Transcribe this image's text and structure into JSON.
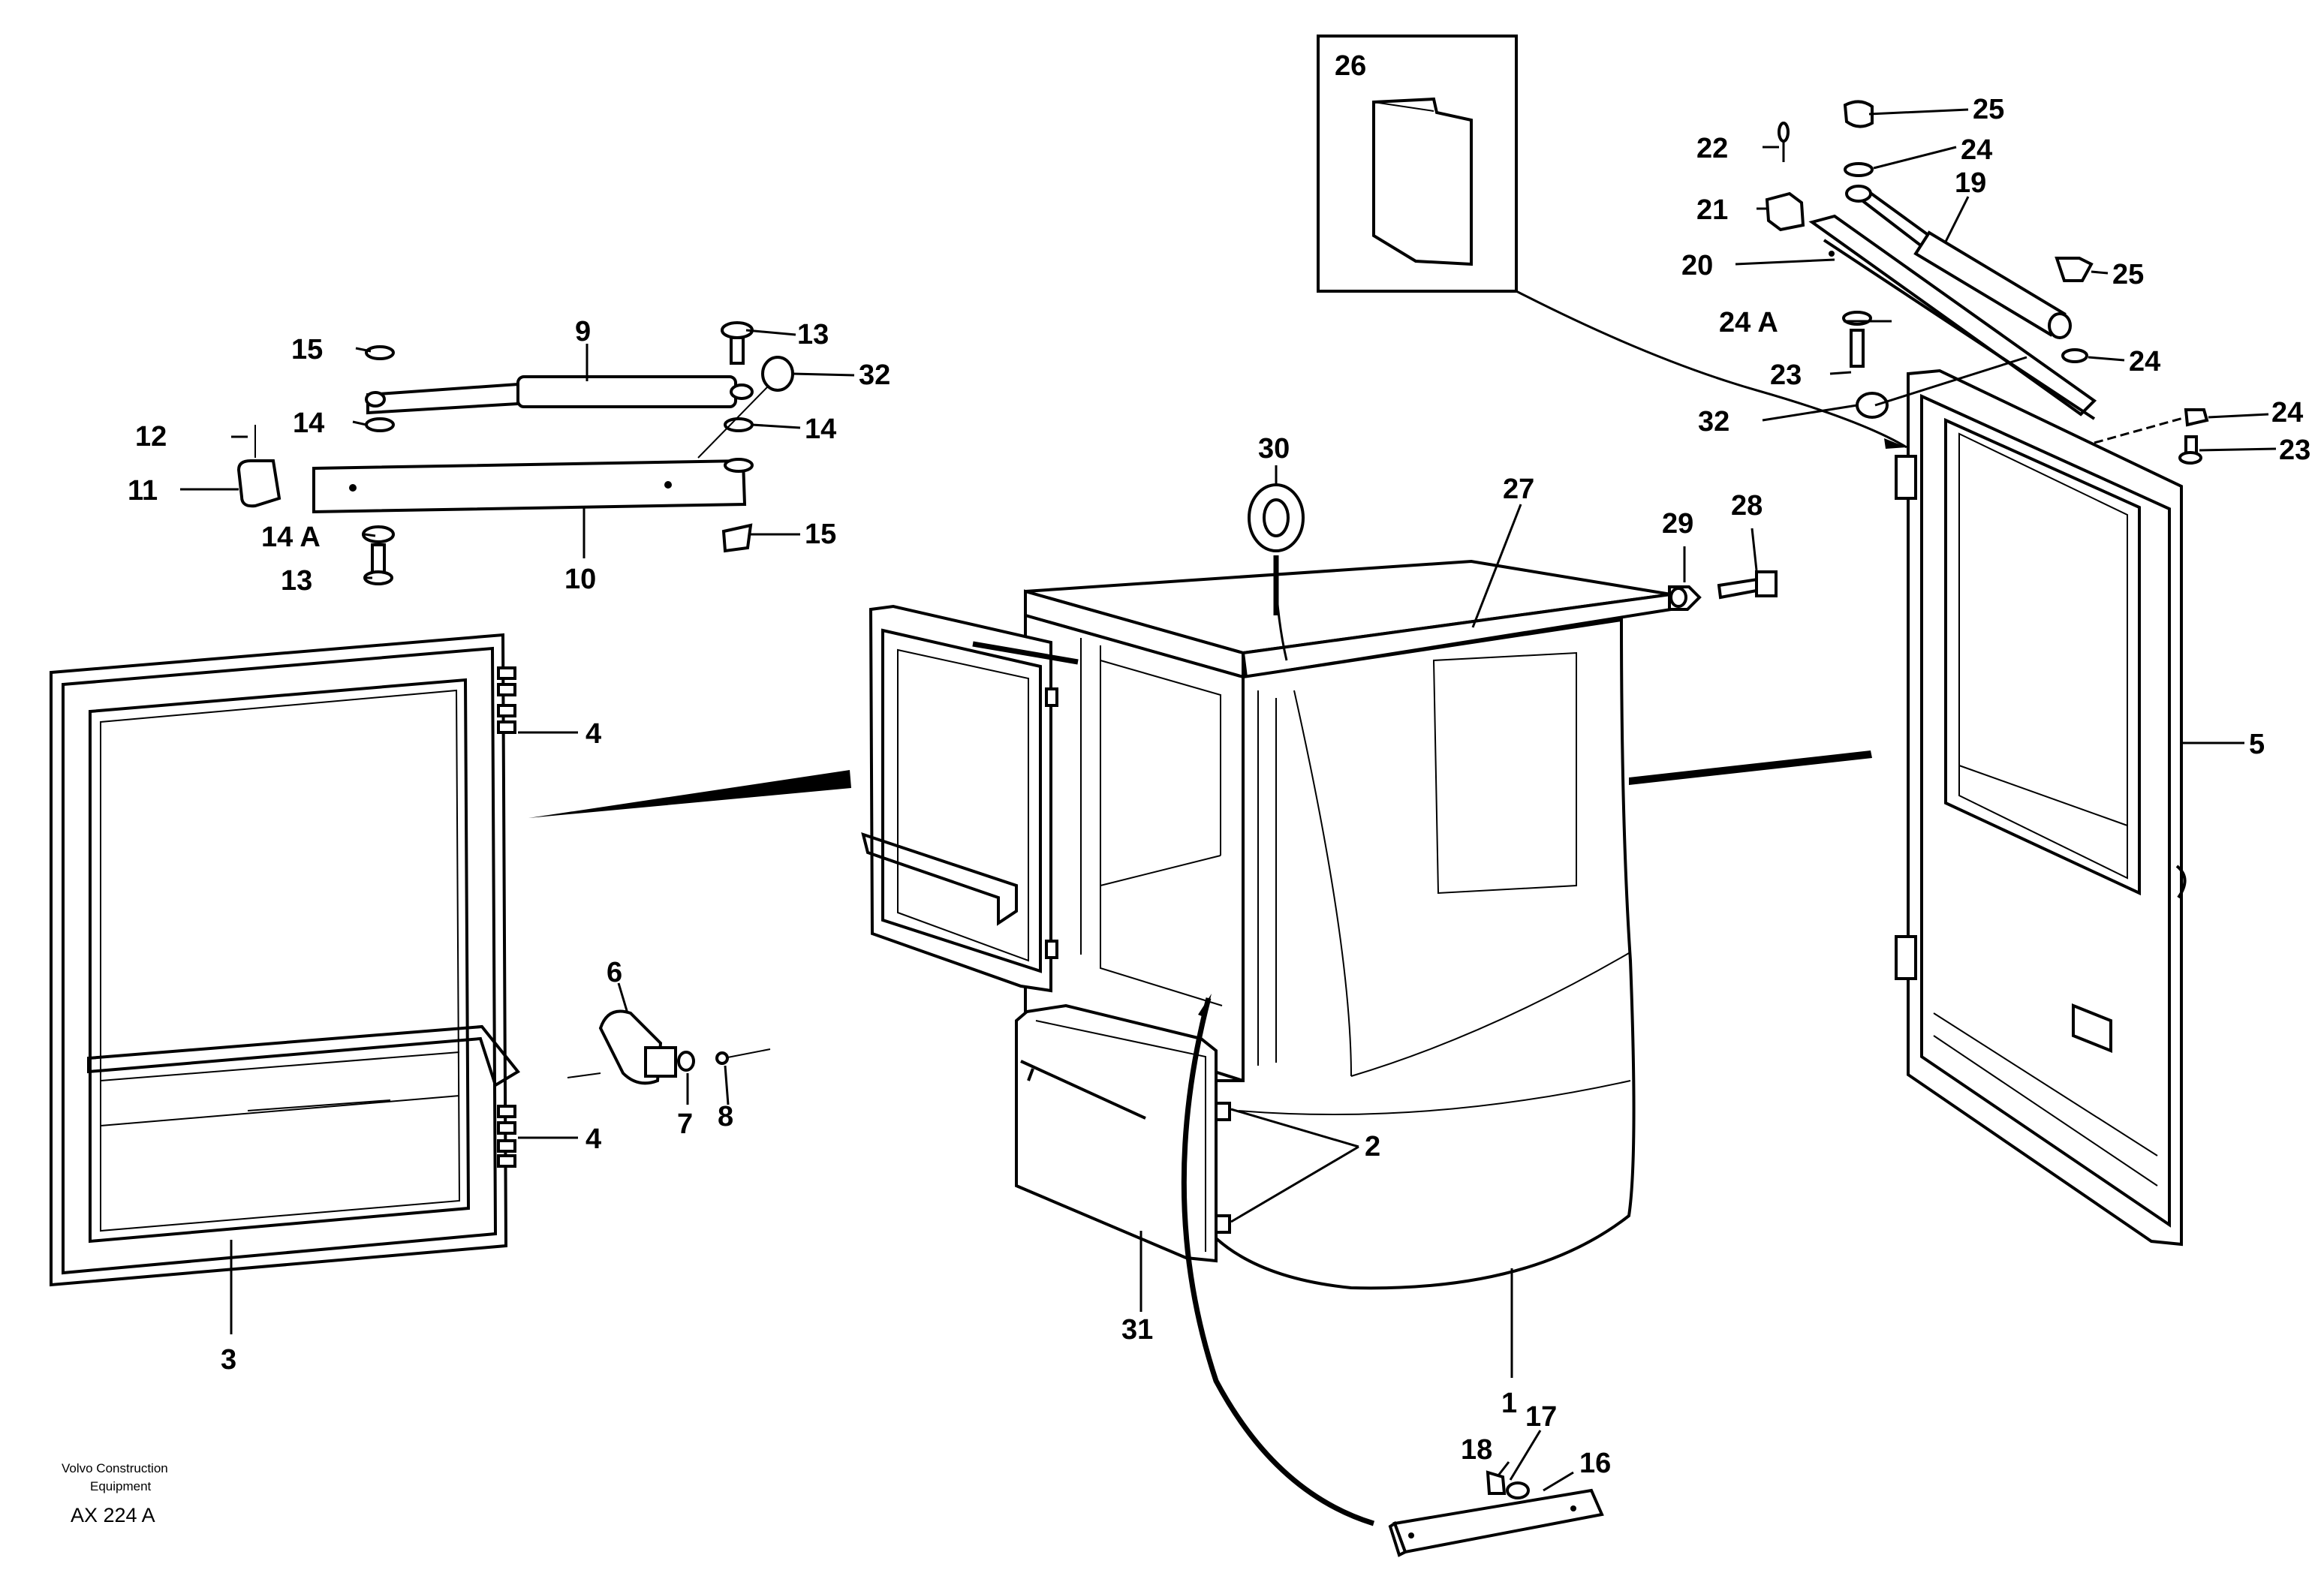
{
  "document": {
    "code": "AX 224 A",
    "publisher_line1": "Volvo Construction",
    "publisher_line2": "Equipment"
  },
  "labels": {
    "l1": "1",
    "l2": "2",
    "l3": "3",
    "l4a": "4",
    "l4b": "4",
    "l5": "5",
    "l6": "6",
    "l7": "7",
    "l8": "8",
    "l9": "9",
    "l10": "10",
    "l11": "11",
    "l12": "12",
    "l13a": "13",
    "l13b": "13",
    "l14a": "14",
    "l14b": "14",
    "l14A": "14 A",
    "l15a": "15",
    "l15b": "15",
    "l16": "16",
    "l17": "17",
    "l18": "18",
    "l19": "19",
    "l20": "20",
    "l21": "21",
    "l22": "22",
    "l23a": "23",
    "l23b": "23",
    "l24a": "24",
    "l24b": "24",
    "l24c": "24",
    "l24A": "24 A",
    "l25a": "25",
    "l25b": "25",
    "l26": "26",
    "l27": "27",
    "l28": "28",
    "l29": "29",
    "l30": "30",
    "l31": "31",
    "l32a": "32",
    "l32b": "32"
  }
}
